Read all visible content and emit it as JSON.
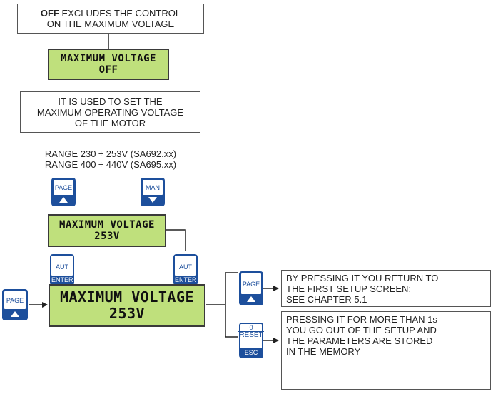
{
  "notes": {
    "off_note": {
      "bold": "OFF",
      "line1_rest": " EXCLUDES THE CONTROL",
      "line2": "ON THE MAXIMUM VOLTAGE"
    },
    "used_note": {
      "lines": [
        "IT IS USED TO SET THE",
        "MAXIMUM OPERATING VOLTAGE",
        "OF THE MOTOR"
      ]
    },
    "range": {
      "lines": [
        "RANGE 230 ÷ 253V (SA692.xx)",
        "RANGE 400 ÷ 440V (SA695.xx)"
      ]
    },
    "return_note": {
      "lines": [
        "BY PRESSING IT YOU RETURN TO",
        "THE FIRST SETUP SCREEN;",
        "SEE CHAPTER 5.1"
      ]
    },
    "esc_note": {
      "lines": [
        "PRESSING IT FOR MORE THAN 1s",
        "YOU GO OUT OF THE SETUP AND",
        "THE PARAMETERS ARE STORED",
        "IN THE MEMORY"
      ]
    }
  },
  "displays": {
    "off_display": {
      "line1": "MAXIMUM VOLTAGE",
      "line2": "OFF"
    },
    "edit_display": {
      "line1": "MAXIMUM VOLTAGE",
      "line2": "253V"
    },
    "main_display": {
      "line1": "MAXIMUM VOLTAGE",
      "line2": "253V"
    }
  },
  "keys": {
    "page": "PAGE",
    "man": "MAN",
    "aut_top": "",
    "aut": "AUT",
    "enter": "ENTER",
    "reset_top": "0",
    "reset": "RESET",
    "esc": "ESC"
  },
  "colors": {
    "lcd": "#bfe07c",
    "key_blue": "#1d4f9c"
  }
}
